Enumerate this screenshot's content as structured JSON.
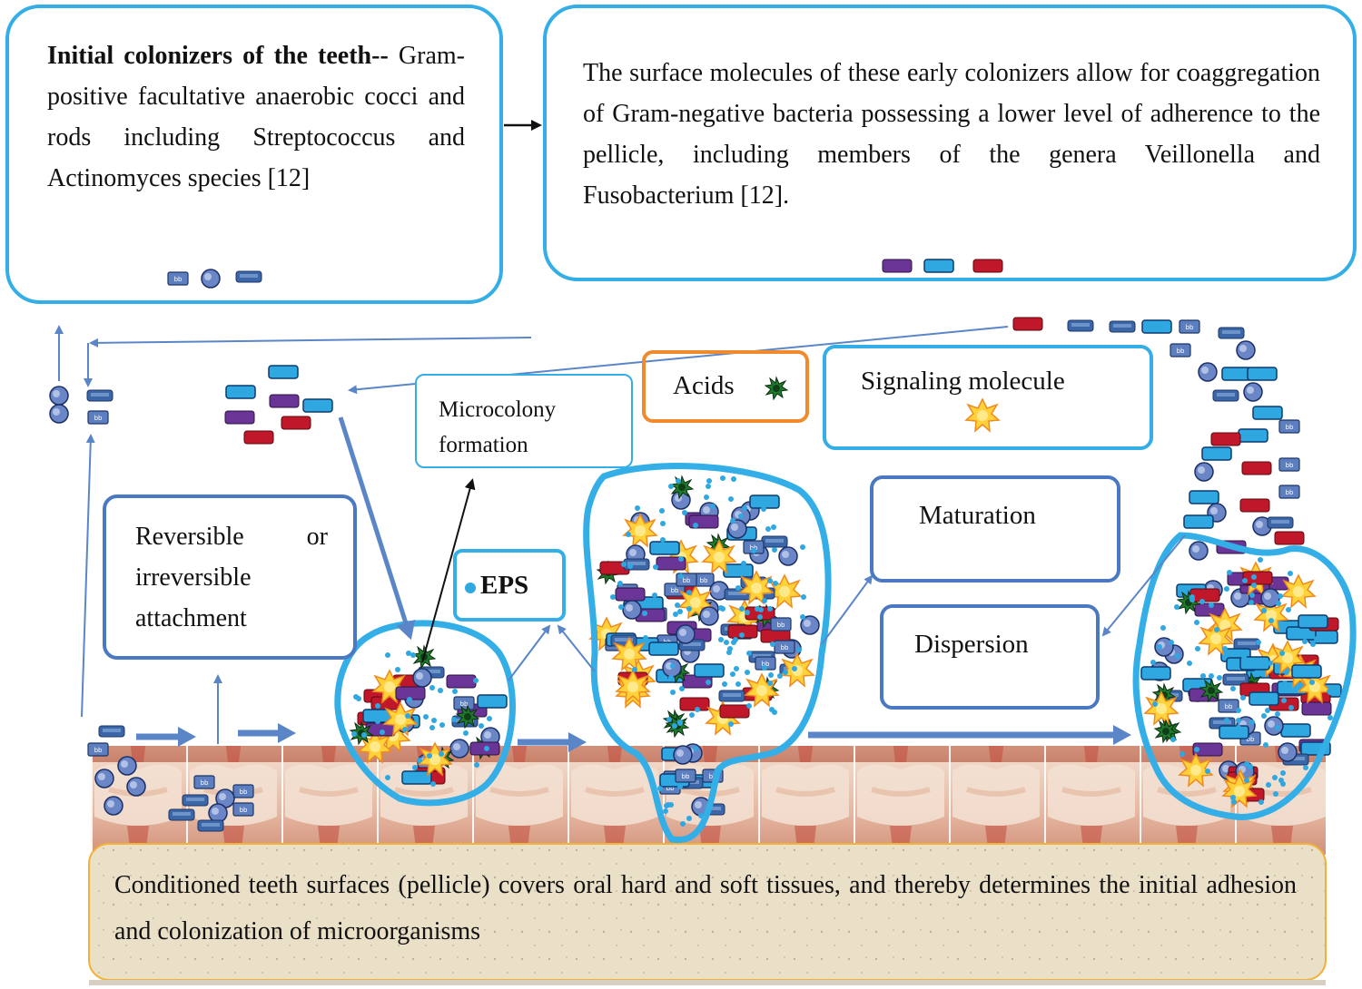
{
  "boxes": {
    "initial_title": "Initial colonizers of the teeth--",
    "initial_body": "Gram-positive facultative anaerobic cocci and rods including Streptococcus and Actinomyces species [12]",
    "surface_text": "The surface molecules of these early colonizers allow for coaggregation of Gram-negative bacteria possessing a lower level of adherence to the pellicle, including members of the genera Veillonella and Fusobacterium [12].",
    "attachment": "Reversible or irreversible attachment",
    "microcolony": "Microcolony formation",
    "acids": "Acids",
    "signaling": "Signaling molecule",
    "eps": "EPS",
    "maturation": "Maturation",
    "dispersion": "Dispersion",
    "pellicle": "Conditioned teeth surfaces (pellicle) covers oral hard and soft tissues, and thereby determines the initial adhesion and colonization of microorganisms"
  },
  "colors": {
    "cyan_outline": "#33aee6",
    "blue_outline": "#4a78c2",
    "orange_outline": "#f08a2e",
    "rod_cyan": "#2fa7e0",
    "rod_red": "#c0182a",
    "rod_purple": "#6a3596",
    "rod_navy": "#3b66a8",
    "coccus": "#6b86c6",
    "acid_green": "#1f7a2c",
    "signal_yellow": "#ffd23a",
    "pellicle_bg": "#eadfc7",
    "tissue": "#d79b86"
  },
  "icons": [
    "rod-bacterium-icon",
    "coccus-bacterium-icon",
    "acid-molecule-icon",
    "signaling-molecule-icon"
  ]
}
